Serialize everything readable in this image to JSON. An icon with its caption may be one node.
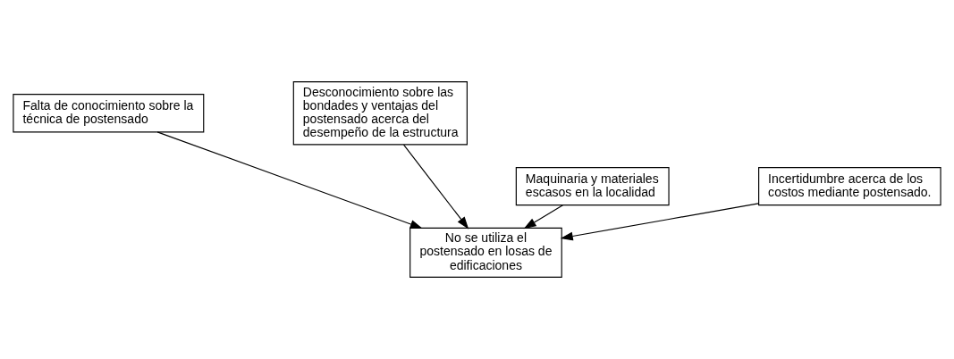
{
  "diagram": {
    "nodes": [
      {
        "text": [
          "Falta de conocimiento sobre la técnica de postensado"
        ]
      },
      {
        "text": [
          "Desconocimiento sobre las bondades y ventajas del postensado acerca del desempeño de la estructura"
        ]
      },
      {
        "text": [
          "Maquinaria y materiales escasos en la localidad"
        ]
      },
      {
        "text": [
          "Incertidumbre acerca de los costos mediante postensado."
        ]
      },
      {
        "text": [
          "No se utiliza el postensado en losas de edificaciones"
        ]
      }
    ],
    "edges": [
      {
        "from": 0,
        "to": 4,
        "arrow": "to"
      },
      {
        "from": 1,
        "to": 4,
        "arrow": "to"
      },
      {
        "from": 2,
        "to": 4,
        "arrow": "to"
      },
      {
        "from": 3,
        "to": 4,
        "arrow": "to"
      }
    ]
  }
}
